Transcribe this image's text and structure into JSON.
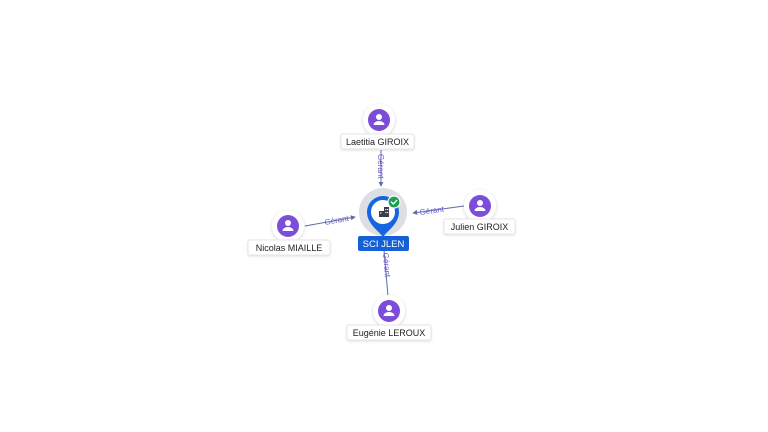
{
  "company": {
    "name": "SCI JLEN",
    "icon": "building-icon",
    "status_icon": "check-icon",
    "colors": {
      "pin": "#1565e0",
      "label": "#1560d6",
      "status": "#1e9e50",
      "halo": "#dcdfe4"
    }
  },
  "people": [
    {
      "name": "Laetitia GIROIX",
      "role": "Gérant",
      "icon": "person-icon"
    },
    {
      "name": "Julien GIROIX",
      "role": "Gérant",
      "icon": "person-icon"
    },
    {
      "name": "Nicolas MIAILLE",
      "role": "Gérant",
      "icon": "person-icon"
    },
    {
      "name": "Eugénie LEROUX",
      "role": "Gérant",
      "icon": "person-icon"
    }
  ],
  "colors": {
    "person": "#7c4dd9",
    "edge": "#5b6ea8",
    "edge_label": "#6e5acd"
  }
}
